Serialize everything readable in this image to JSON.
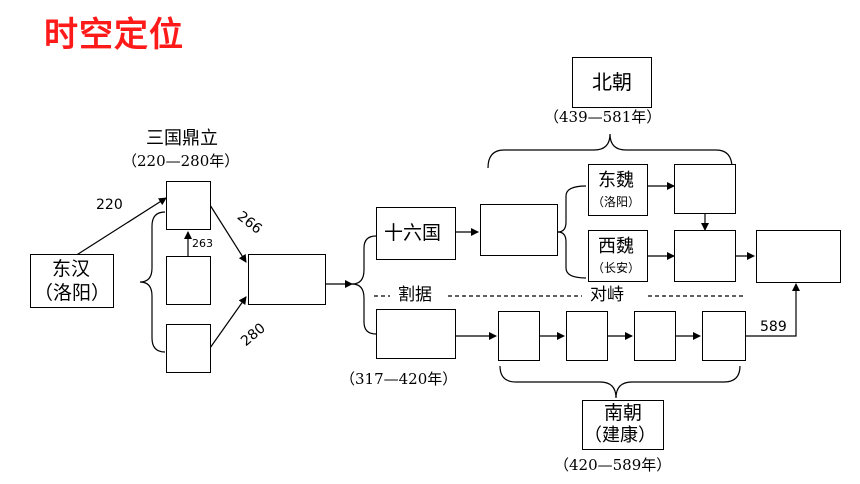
{
  "title": "时空定位",
  "han": {
    "name": "东汉",
    "place": "（洛阳）",
    "year": "220"
  },
  "three_kingdoms": {
    "label": "三国鼎立",
    "period": "（220—280年）",
    "y266": "266",
    "y263": "263",
    "y280": "280"
  },
  "sixteen": {
    "label": "十六国"
  },
  "divide": {
    "left": "割据",
    "right": "对峙"
  },
  "jin_period": "（317—420年）",
  "northern": {
    "label": "北朝",
    "period": "（439—581年）",
    "east": {
      "name": "东魏",
      "place": "（洛阳）"
    },
    "west": {
      "name": "西魏",
      "place": "（长安）"
    }
  },
  "southern": {
    "label": "南朝",
    "place": "（建康）",
    "period": "（420—589年）",
    "y589": "589"
  }
}
